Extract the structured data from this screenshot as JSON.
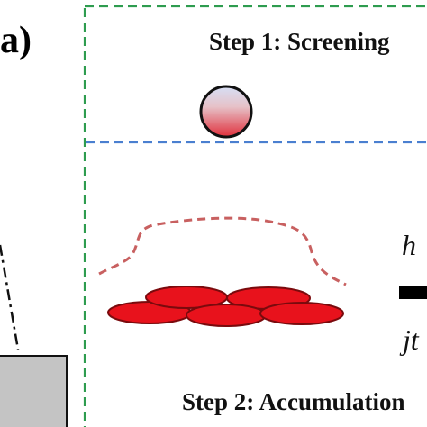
{
  "panel_label": "(a)",
  "steps": [
    {
      "title": "Step 1: Screening"
    },
    {
      "title": "Step 2: Accumulation"
    }
  ],
  "labels": {
    "height": "h",
    "time": "jt"
  },
  "colors": {
    "frame_border": "#2e9c4f",
    "step_divider": "#4a7fd0",
    "cell_fill": "#e8121c",
    "cell_stroke": "#7a0a0d",
    "sphere_top": "#d6dff5",
    "sphere_bottom": "#e0303c",
    "cell_outline_dashed": "#c86060",
    "base_block": "#c4c4c4"
  }
}
